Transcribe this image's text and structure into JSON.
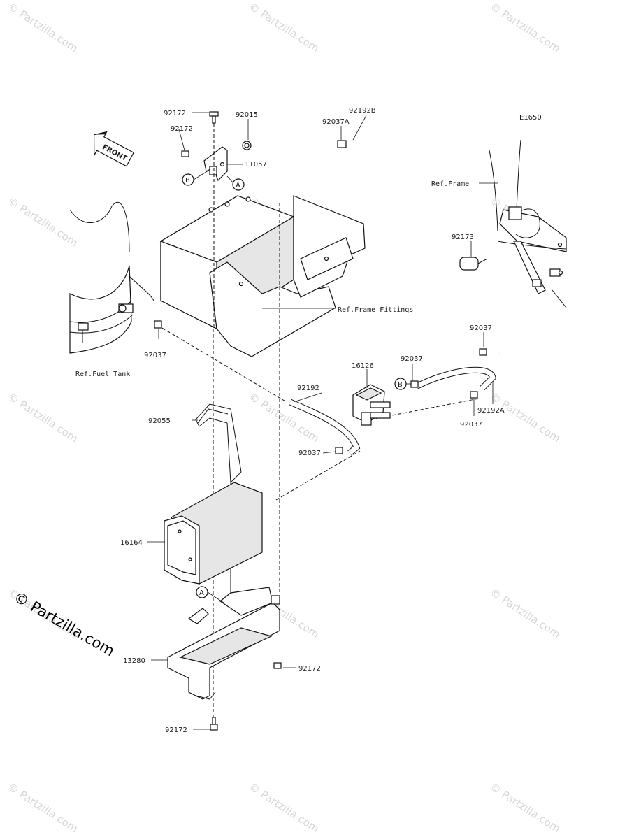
{
  "diagram_code": "E1650",
  "front_label": "FRONT",
  "copyright": "© Partzilla.com",
  "watermark_text": "© Partzilla.com",
  "callouts": {
    "circle_b": "B",
    "circle_a": "A"
  },
  "parts": {
    "p_92172_top": "92172",
    "p_92015": "92015",
    "p_92172_b": "92172",
    "p_11057": "11057",
    "p_92037a": "92037A",
    "p_92192b": "92192B",
    "p_ref_frame": "Ref.Frame",
    "p_92173": "92173",
    "p_ref_frame_fittings": "Ref.Frame Fittings",
    "p_92037_left": "92037",
    "p_ref_fuel_tank": "Ref.Fuel Tank",
    "p_92037_right": "92037",
    "p_16126": "16126",
    "p_92037_mid": "92037",
    "p_92192": "92192",
    "p_92192a": "92192A",
    "p_92037_lower": "92037",
    "p_92055": "92055",
    "p_92037_hose": "92037",
    "p_16164": "16164",
    "p_13280": "13280",
    "p_92172_right": "92172",
    "p_92172_bottom": "92172"
  }
}
